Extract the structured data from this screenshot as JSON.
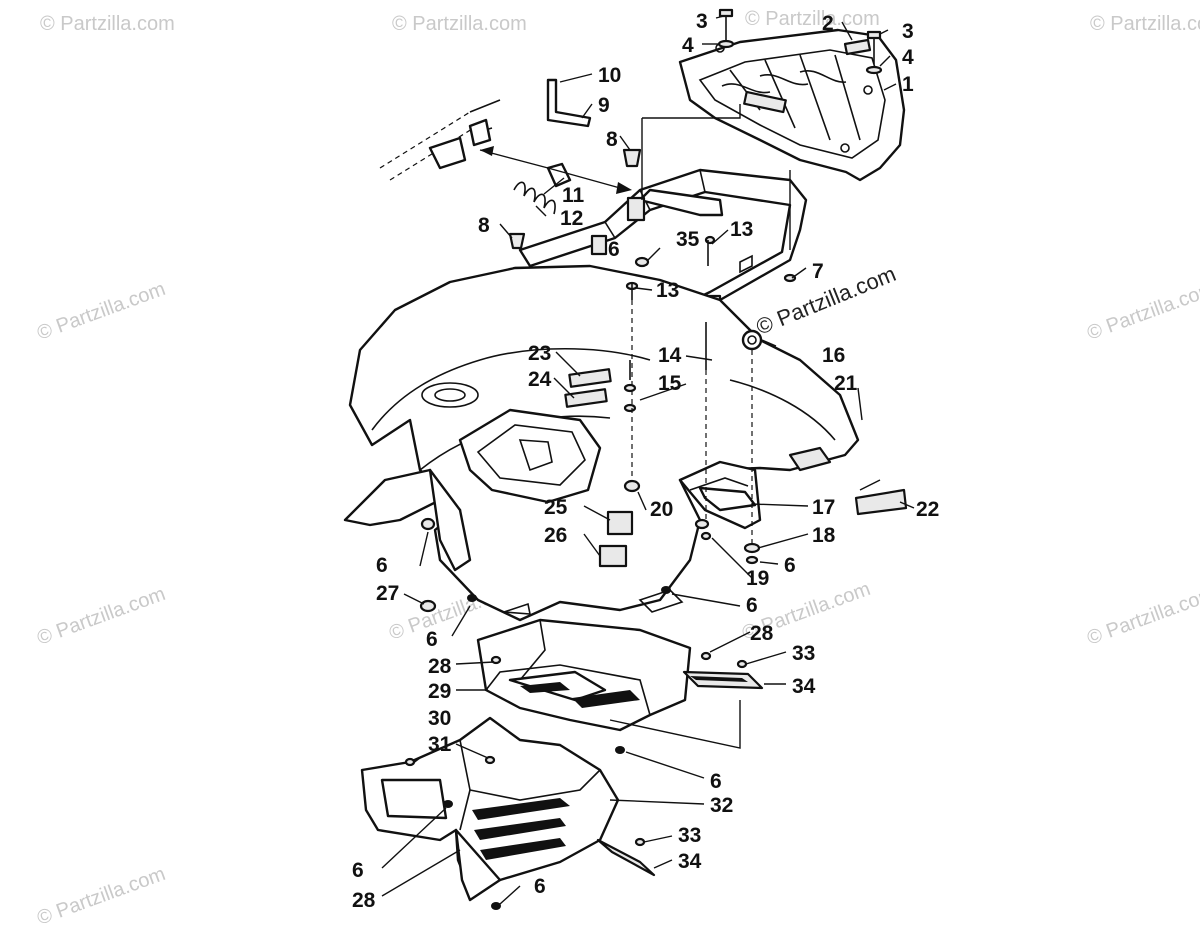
{
  "watermarks": [
    "© Partzilla.com",
    "© Partzilla.com",
    "© Partzilla.com",
    "© Partzilla.com",
    "© Partzilla.com",
    "© Partzilla.com",
    "© Partzilla.com",
    "© Partzilla.com",
    "© Partzilla.com",
    "© Partzilla.com",
    "© Partzilla.com",
    "© Partzilla.com",
    "© Partzilla.com"
  ],
  "callouts": [
    "1",
    "2",
    "3",
    "3",
    "4",
    "4",
    "7",
    "8",
    "8",
    "9",
    "10",
    "11",
    "12",
    "13",
    "13",
    "35",
    "6",
    "14",
    "15",
    "16",
    "21",
    "23",
    "24",
    "25",
    "26",
    "20",
    "17",
    "18",
    "6",
    "19",
    "22",
    "6",
    "27",
    "6",
    "6",
    "28",
    "33",
    "34",
    "28",
    "29",
    "30",
    "31",
    "6",
    "32",
    "33",
    "34",
    "6",
    "28",
    "6"
  ]
}
